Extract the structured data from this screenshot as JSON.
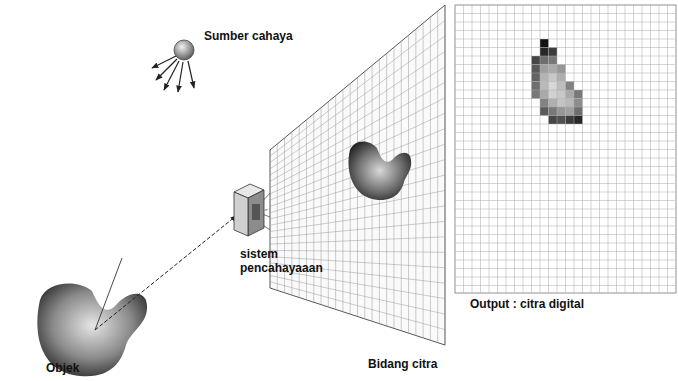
{
  "diagram": {
    "labels": [
      "Sumber cahaya",
      "sistem pencahayaaan",
      "Bidang citra",
      "Output : citra digital",
      "Objek"
    ]
  }
}
